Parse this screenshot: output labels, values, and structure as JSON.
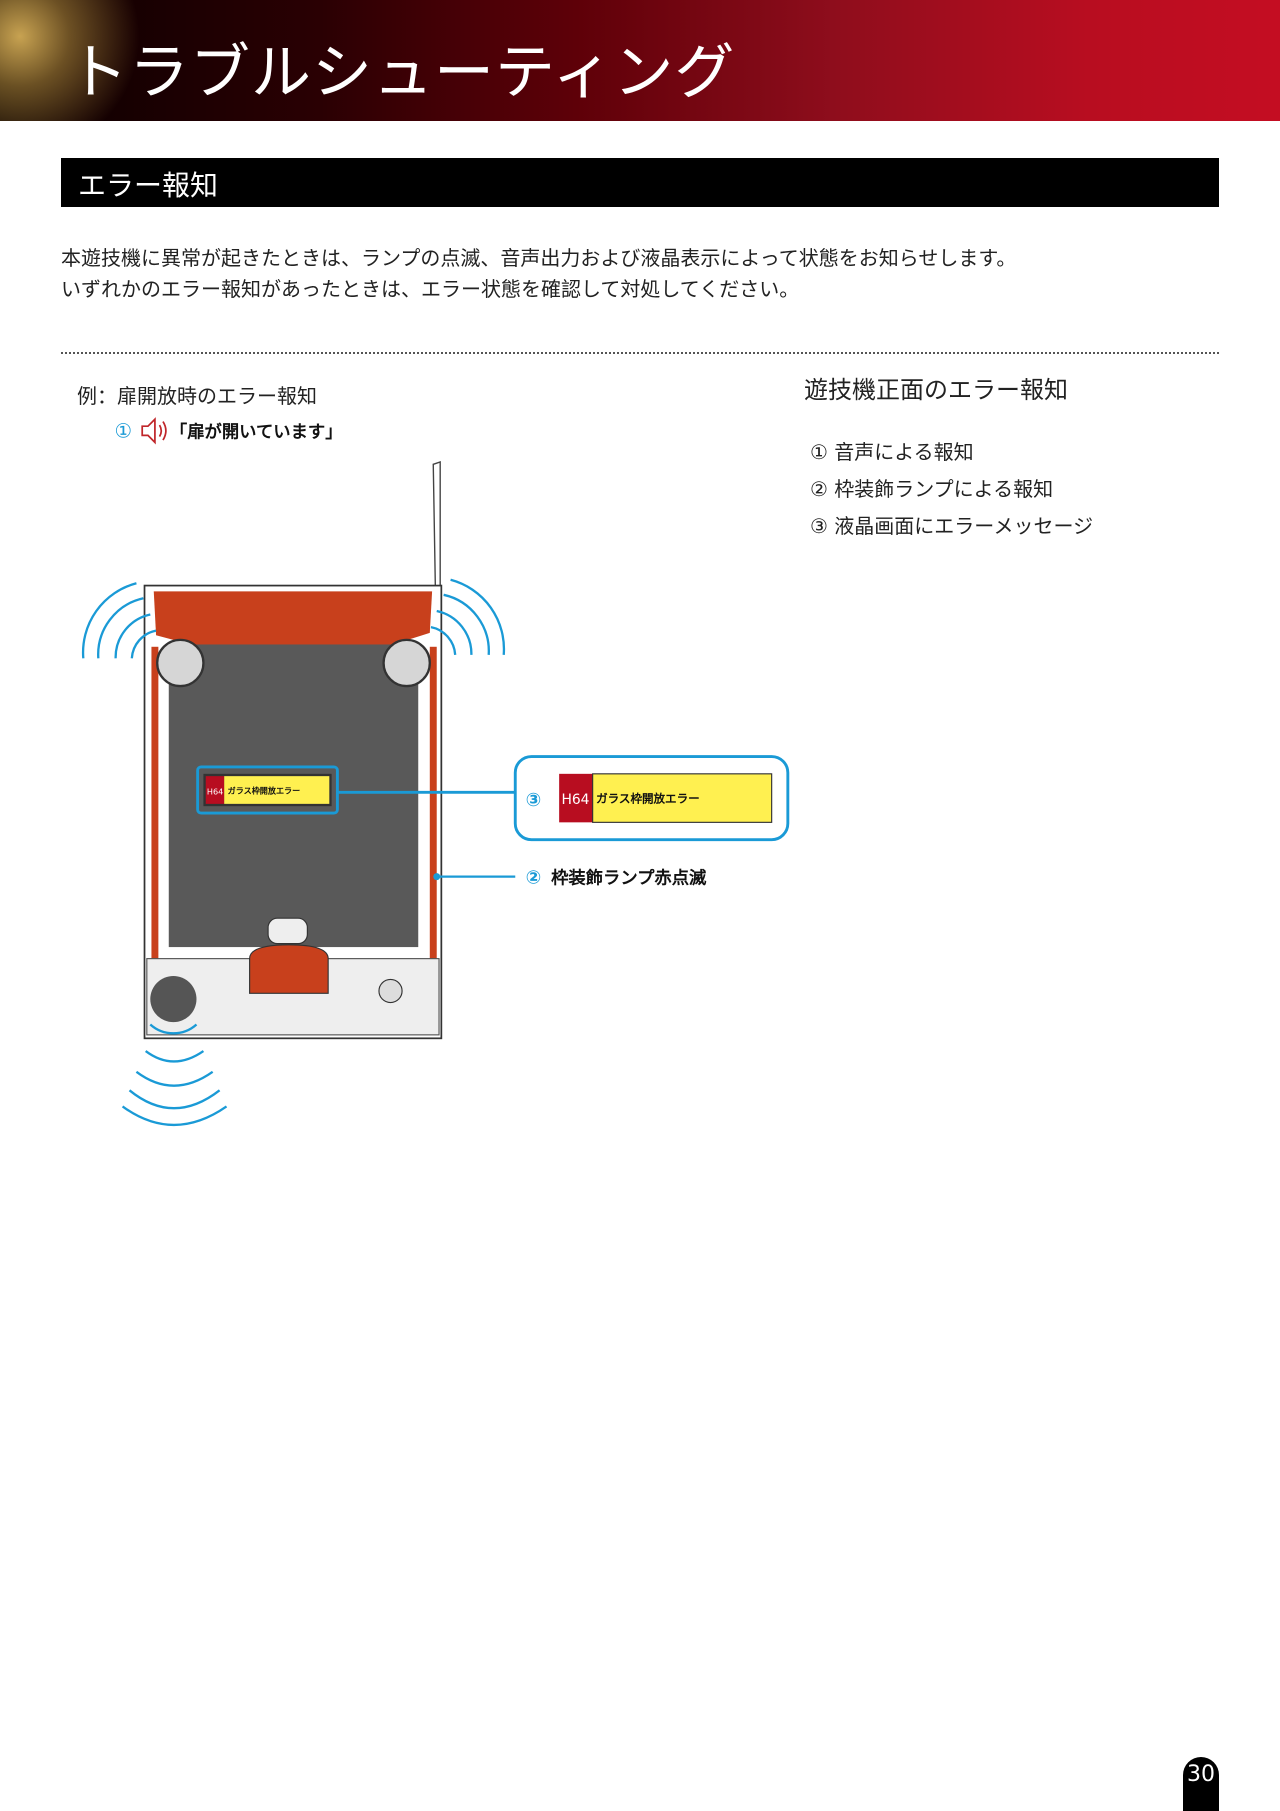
{
  "header": {
    "title": "トラブルシューティング"
  },
  "section": {
    "title": "エラー報知"
  },
  "intro": [
    "本遊技機に異常が起きたときは、ランプの点滅、音声出力および液晶表示によって状態をお知らせします。",
    "いずれかのエラー報知があったときは、エラー状態を確認して対処してください。"
  ],
  "example": {
    "label": "例：扉開放時のエラー報知",
    "voice_number": "①",
    "voice_text": "「扉が開いています」",
    "screen_code": "H64",
    "screen_message": "ガラス枠開放エラー",
    "callout3_number": "③",
    "callout2_number": "②",
    "callout2_text": "枠装飾ランプ赤点滅"
  },
  "front": {
    "heading": "遊技機正面のエラー報知",
    "items": [
      "① 音声による報知",
      "② 枠装飾ランプによる報知",
      "③ 液晶画面にエラーメッセージ"
    ]
  },
  "colors": {
    "accent_blue": "#1a9ad6",
    "header_red": "#c40d22",
    "lamp_red": "#c8401c",
    "error_yellow": "#fff050"
  },
  "page_number": "30"
}
